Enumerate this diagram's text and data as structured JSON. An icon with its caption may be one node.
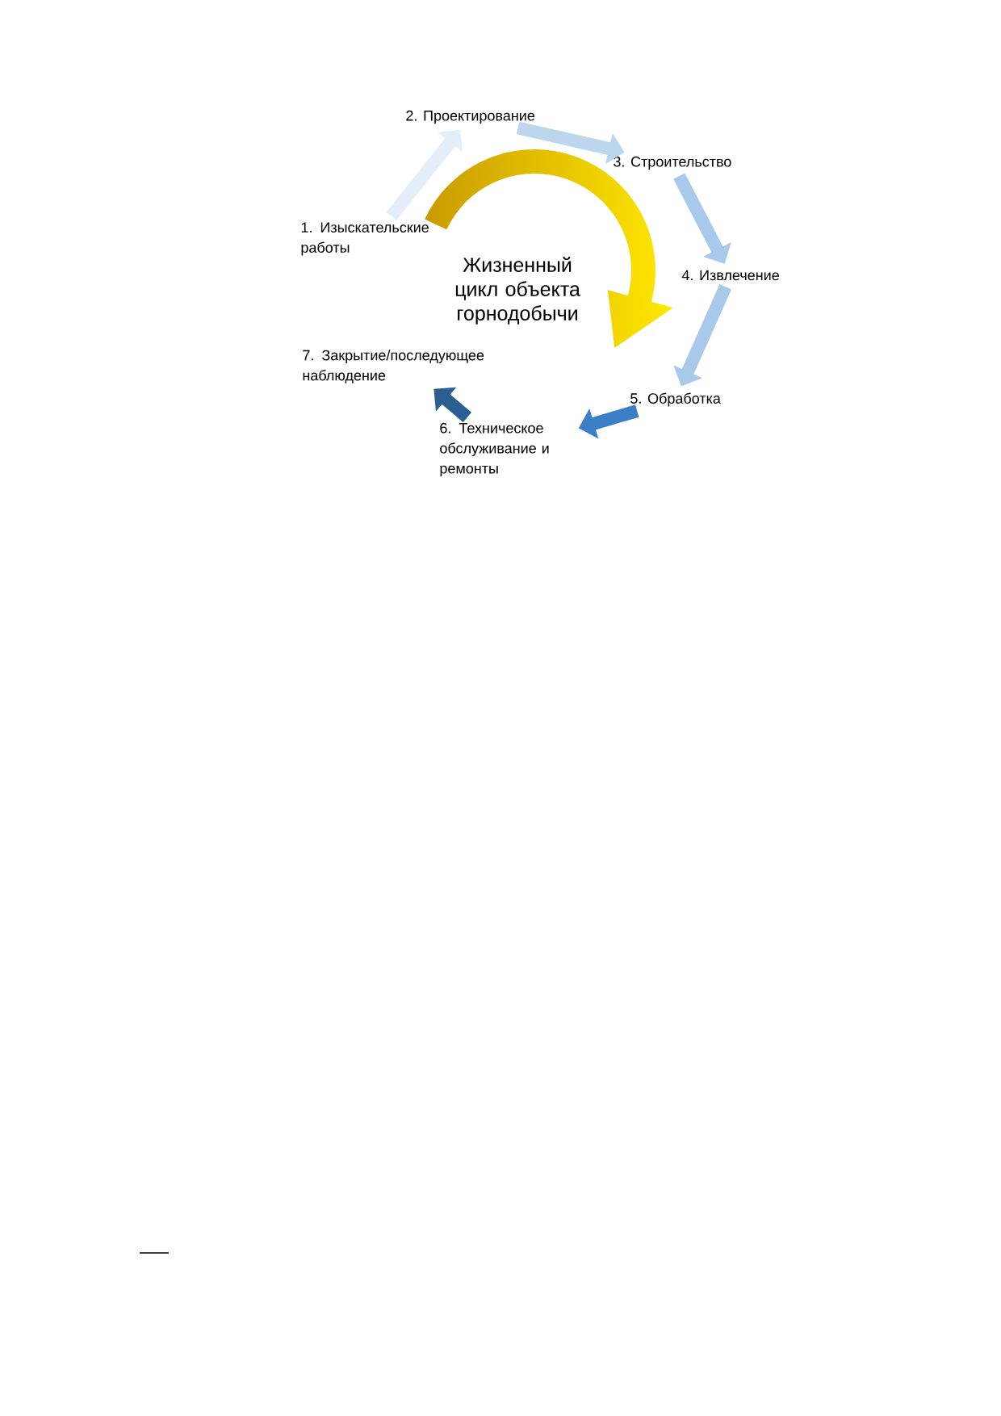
{
  "diagram": {
    "title": "Жизненный цикл объекта горнодобычи",
    "nodes": [
      {
        "text": [
          "1. Изыскательские работы"
        ]
      },
      {
        "text": [
          "2. Проектирование"
        ]
      },
      {
        "text": [
          "3. Строительство"
        ]
      },
      {
        "text": [
          "4. Извлечение"
        ]
      },
      {
        "text": [
          "5. Обработка"
        ]
      },
      {
        "text": [
          "6. Техническое обслуживание и ремонты"
        ]
      },
      {
        "text": [
          "7. Закрытие/последующее наблюдение"
        ]
      }
    ],
    "edges": [
      {
        "from": 0,
        "to": 1,
        "arrow": "to",
        "color": "#e4eef8"
      },
      {
        "from": 1,
        "to": 2,
        "arrow": "to",
        "color": "#bcd6ee"
      },
      {
        "from": 2,
        "to": 3,
        "arrow": "to",
        "color": "#a9c9ea"
      },
      {
        "from": 3,
        "to": 4,
        "arrow": "to",
        "color": "#a9c9ea"
      },
      {
        "from": 4,
        "to": 5,
        "arrow": "to",
        "color": "#3b7fc6"
      },
      {
        "from": 5,
        "to": 6,
        "arrow": "to",
        "color": "#2b5f92"
      }
    ]
  }
}
